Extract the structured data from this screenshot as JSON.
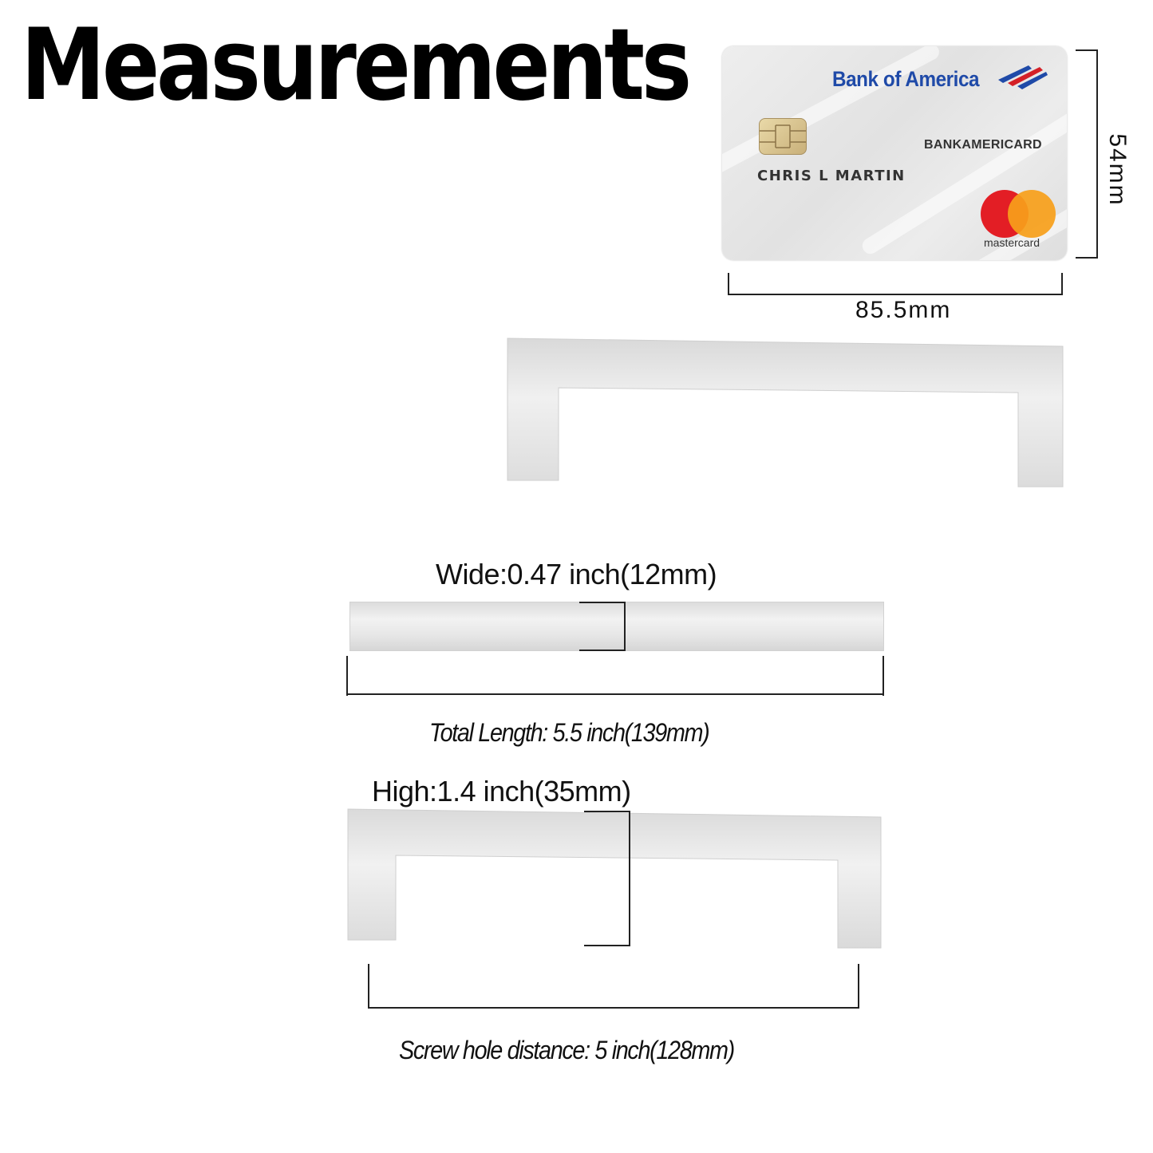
{
  "title": "Measurements",
  "card": {
    "bank_name": "Bank of America",
    "product": "BANKAMERICARD",
    "holder": "CHRIS L MARTIN",
    "network": "mastercard",
    "height_label": "54mm",
    "width_label": "85.5mm"
  },
  "dimensions": {
    "wide_label": "Wide:0.47 inch(12mm)",
    "total_length_label": "Total Length: 5.5 inch(139mm)",
    "high_label": "High:1.4 inch(35mm)",
    "screw_hole_label": "Screw hole distance: 5 inch(128mm)"
  },
  "colors": {
    "bank_blue": "#1f4aa8",
    "mastercard_red": "#e31e25",
    "mastercard_orange": "#f79f1a",
    "metal": "#e8e8e8"
  }
}
